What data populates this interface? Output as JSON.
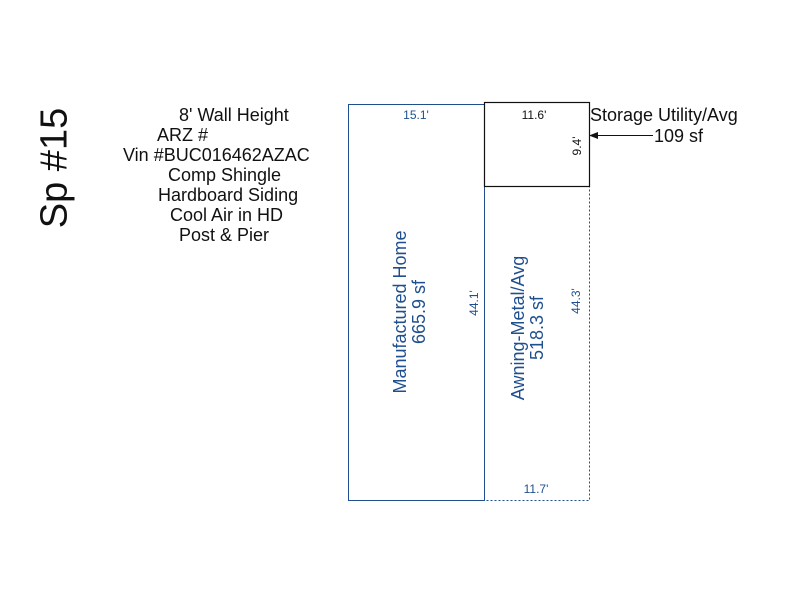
{
  "space_label": "Sp #15",
  "notes": [
    "8' Wall Height",
    "ARZ #",
    "Vin #BUC016462AZAC",
    "Comp Shingle",
    "Hardboard Siding",
    "Cool Air in HD",
    "Post & Pier"
  ],
  "home": {
    "name": "Manufactured Home",
    "area": "665.9 sf",
    "top_dim": "15.1'",
    "side_dim": "44.1'"
  },
  "awning": {
    "name": "Awning-Metal/Avg",
    "area": "518.3 sf",
    "side_dim": "44.3'",
    "bottom_dim": "11.7'"
  },
  "storage": {
    "name": "Storage Utility/Avg",
    "area": "109 sf",
    "top_dim": "11.6'",
    "side_dim": "9.4'"
  },
  "colors": {
    "outline_blue": "#1f4f8f",
    "outline_dark": "#111111"
  }
}
